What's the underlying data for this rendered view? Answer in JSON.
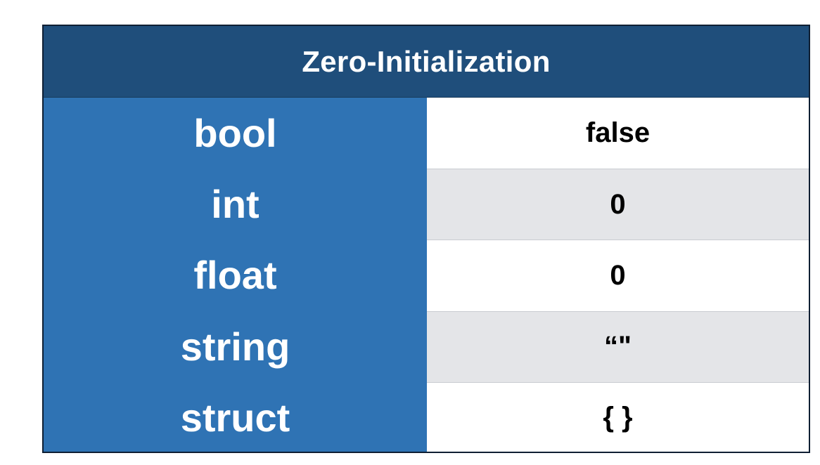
{
  "table": {
    "title": "Zero-Initialization",
    "rows": [
      {
        "type": "bool",
        "value": "false"
      },
      {
        "type": "int",
        "value": "0"
      },
      {
        "type": "float",
        "value": "0"
      },
      {
        "type": "string",
        "value": "“\""
      },
      {
        "type": "struct",
        "value": "{ }"
      }
    ]
  },
  "colors": {
    "header_bg": "#1f4e7b",
    "key_bg": "#2f73b4",
    "row_alt_bg": "#e4e5e8"
  }
}
